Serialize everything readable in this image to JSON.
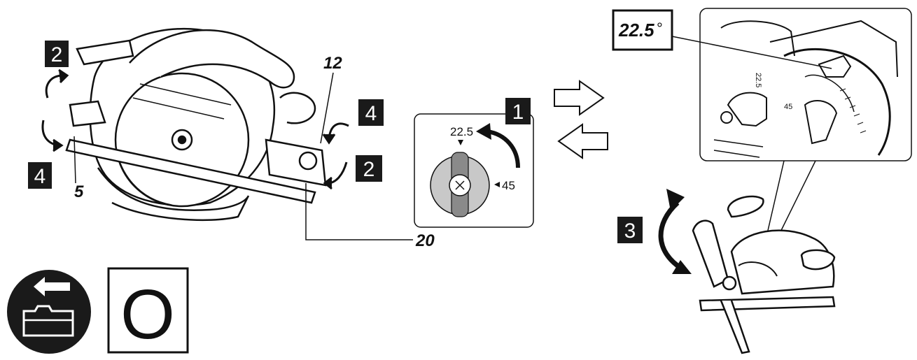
{
  "steps": {
    "step1": "1",
    "step2_left": "2",
    "step2_right": "2",
    "step3": "3",
    "step4_left": "4",
    "step4_right": "4"
  },
  "callouts": {
    "lever_5": "5",
    "knob_12": "12",
    "stop_20": "20"
  },
  "dial": {
    "mark_22_5": "22.5",
    "mark_45": "45"
  },
  "angle_box": {
    "value": "22.5",
    "unit": "°"
  },
  "detail_scale": {
    "mark_22_5": "22.5",
    "mark_45": "45"
  },
  "battery_symbol": {
    "letter": "O"
  },
  "icons": {
    "direction_arrows": "double-arrow-icon",
    "battery_remove": "battery-removed-icon"
  }
}
